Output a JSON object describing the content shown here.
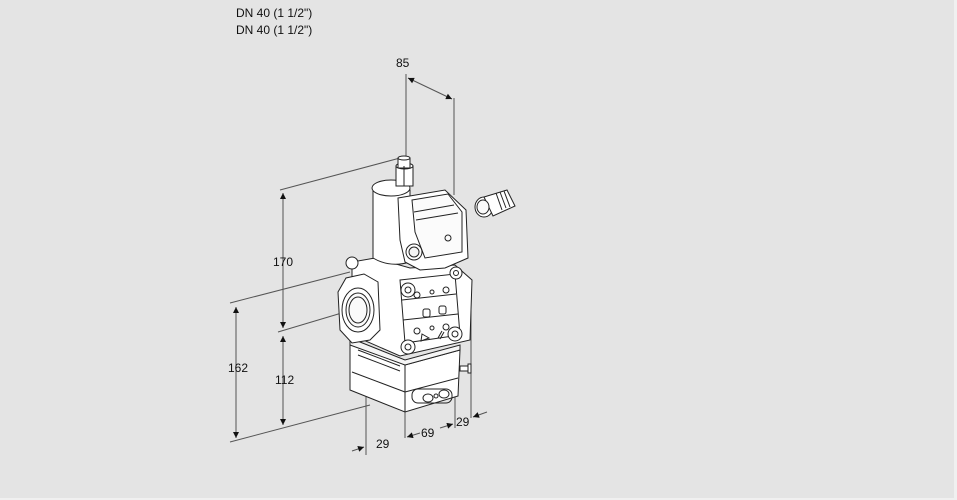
{
  "title_block": {
    "lines": [
      "DN 40 (1 1/2\")",
      "DN 40 (1 1/2\")"
    ]
  },
  "drawing": {
    "subject": "gas-valve-isometric",
    "colors": {
      "background": "#e4e4e4",
      "outer_margin": "#f0f0f0",
      "line": "#222222",
      "dimension_line": "#555555",
      "body_fill": "#ffffff"
    },
    "dimensions": {
      "top_width": "85",
      "upper_height": "170",
      "lower_height": "112",
      "total_left_height": "162",
      "bottom_left_depth": "29",
      "bottom_width": "69",
      "bottom_right_depth": "29"
    }
  }
}
